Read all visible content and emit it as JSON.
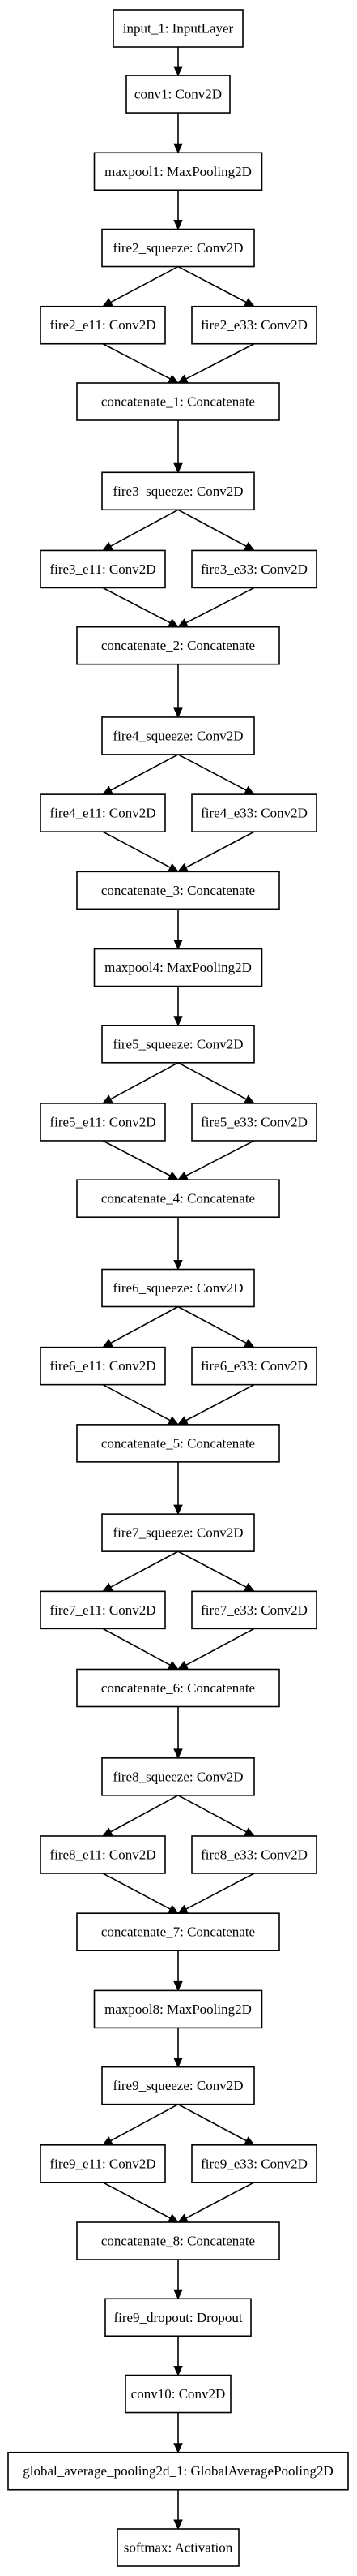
{
  "diagram": {
    "type": "keras-model-graph",
    "nodes": [
      {
        "id": "input_1",
        "label": "input_1: InputLayer"
      },
      {
        "id": "conv1",
        "label": "conv1: Conv2D"
      },
      {
        "id": "maxpool1",
        "label": "maxpool1: MaxPooling2D"
      },
      {
        "id": "fire2_squeeze",
        "label": "fire2_squeeze: Conv2D"
      },
      {
        "id": "fire2_e11",
        "label": "fire2_e11: Conv2D"
      },
      {
        "id": "fire2_e33",
        "label": "fire2_e33: Conv2D"
      },
      {
        "id": "concatenate_1",
        "label": "concatenate_1: Concatenate"
      },
      {
        "id": "fire3_squeeze",
        "label": "fire3_squeeze: Conv2D"
      },
      {
        "id": "fire3_e11",
        "label": "fire3_e11: Conv2D"
      },
      {
        "id": "fire3_e33",
        "label": "fire3_e33: Conv2D"
      },
      {
        "id": "concatenate_2",
        "label": "concatenate_2: Concatenate"
      },
      {
        "id": "fire4_squeeze",
        "label": "fire4_squeeze: Conv2D"
      },
      {
        "id": "fire4_e11",
        "label": "fire4_e11: Conv2D"
      },
      {
        "id": "fire4_e33",
        "label": "fire4_e33: Conv2D"
      },
      {
        "id": "concatenate_3",
        "label": "concatenate_3: Concatenate"
      },
      {
        "id": "maxpool4",
        "label": "maxpool4: MaxPooling2D"
      },
      {
        "id": "fire5_squeeze",
        "label": "fire5_squeeze: Conv2D"
      },
      {
        "id": "fire5_e11",
        "label": "fire5_e11: Conv2D"
      },
      {
        "id": "fire5_e33",
        "label": "fire5_e33: Conv2D"
      },
      {
        "id": "concatenate_4",
        "label": "concatenate_4: Concatenate"
      },
      {
        "id": "fire6_squeeze",
        "label": "fire6_squeeze: Conv2D"
      },
      {
        "id": "fire6_e11",
        "label": "fire6_e11: Conv2D"
      },
      {
        "id": "fire6_e33",
        "label": "fire6_e33: Conv2D"
      },
      {
        "id": "concatenate_5",
        "label": "concatenate_5: Concatenate"
      },
      {
        "id": "fire7_squeeze",
        "label": "fire7_squeeze: Conv2D"
      },
      {
        "id": "fire7_e11",
        "label": "fire7_e11: Conv2D"
      },
      {
        "id": "fire7_e33",
        "label": "fire7_e33: Conv2D"
      },
      {
        "id": "concatenate_6",
        "label": "concatenate_6: Concatenate"
      },
      {
        "id": "fire8_squeeze",
        "label": "fire8_squeeze: Conv2D"
      },
      {
        "id": "fire8_e11",
        "label": "fire8_e11: Conv2D"
      },
      {
        "id": "fire8_e33",
        "label": "fire8_e33: Conv2D"
      },
      {
        "id": "concatenate_7",
        "label": "concatenate_7: Concatenate"
      },
      {
        "id": "maxpool8",
        "label": "maxpool8: MaxPooling2D"
      },
      {
        "id": "fire9_squeeze",
        "label": "fire9_squeeze: Conv2D"
      },
      {
        "id": "fire9_e11",
        "label": "fire9_e11: Conv2D"
      },
      {
        "id": "fire9_e33",
        "label": "fire9_e33: Conv2D"
      },
      {
        "id": "concatenate_8",
        "label": "concatenate_8: Concatenate"
      },
      {
        "id": "fire9_dropout",
        "label": "fire9_dropout: Dropout"
      },
      {
        "id": "conv10",
        "label": "conv10: Conv2D"
      },
      {
        "id": "global_average_pooling2d_1",
        "label": "global_average_pooling2d_1: GlobalAveragePooling2D"
      },
      {
        "id": "softmax",
        "label": "softmax: Activation"
      }
    ],
    "edges": [
      [
        "input_1",
        "conv1"
      ],
      [
        "conv1",
        "maxpool1"
      ],
      [
        "maxpool1",
        "fire2_squeeze"
      ],
      [
        "fire2_squeeze",
        "fire2_e11"
      ],
      [
        "fire2_squeeze",
        "fire2_e33"
      ],
      [
        "fire2_e11",
        "concatenate_1"
      ],
      [
        "fire2_e33",
        "concatenate_1"
      ],
      [
        "concatenate_1",
        "fire3_squeeze"
      ],
      [
        "fire3_squeeze",
        "fire3_e11"
      ],
      [
        "fire3_squeeze",
        "fire3_e33"
      ],
      [
        "fire3_e11",
        "concatenate_2"
      ],
      [
        "fire3_e33",
        "concatenate_2"
      ],
      [
        "concatenate_2",
        "fire4_squeeze"
      ],
      [
        "fire4_squeeze",
        "fire4_e11"
      ],
      [
        "fire4_squeeze",
        "fire4_e33"
      ],
      [
        "fire4_e11",
        "concatenate_3"
      ],
      [
        "fire4_e33",
        "concatenate_3"
      ],
      [
        "concatenate_3",
        "maxpool4"
      ],
      [
        "maxpool4",
        "fire5_squeeze"
      ],
      [
        "fire5_squeeze",
        "fire5_e11"
      ],
      [
        "fire5_squeeze",
        "fire5_e33"
      ],
      [
        "fire5_e11",
        "concatenate_4"
      ],
      [
        "fire5_e33",
        "concatenate_4"
      ],
      [
        "concatenate_4",
        "fire6_squeeze"
      ],
      [
        "fire6_squeeze",
        "fire6_e11"
      ],
      [
        "fire6_squeeze",
        "fire6_e33"
      ],
      [
        "fire6_e11",
        "concatenate_5"
      ],
      [
        "fire6_e33",
        "concatenate_5"
      ],
      [
        "concatenate_5",
        "fire7_squeeze"
      ],
      [
        "fire7_squeeze",
        "fire7_e11"
      ],
      [
        "fire7_squeeze",
        "fire7_e33"
      ],
      [
        "fire7_e11",
        "concatenate_6"
      ],
      [
        "fire7_e33",
        "concatenate_6"
      ],
      [
        "concatenate_6",
        "fire8_squeeze"
      ],
      [
        "fire8_squeeze",
        "fire8_e11"
      ],
      [
        "fire8_squeeze",
        "fire8_e33"
      ],
      [
        "fire8_e11",
        "concatenate_7"
      ],
      [
        "fire8_e33",
        "concatenate_7"
      ],
      [
        "concatenate_7",
        "maxpool8"
      ],
      [
        "maxpool8",
        "fire9_squeeze"
      ],
      [
        "fire9_squeeze",
        "fire9_e11"
      ],
      [
        "fire9_squeeze",
        "fire9_e33"
      ],
      [
        "fire9_e11",
        "concatenate_8"
      ],
      [
        "fire9_e33",
        "concatenate_8"
      ],
      [
        "concatenate_8",
        "fire9_dropout"
      ],
      [
        "fire9_dropout",
        "conv10"
      ],
      [
        "conv10",
        "global_average_pooling2d_1"
      ],
      [
        "global_average_pooling2d_1",
        "softmax"
      ]
    ]
  }
}
